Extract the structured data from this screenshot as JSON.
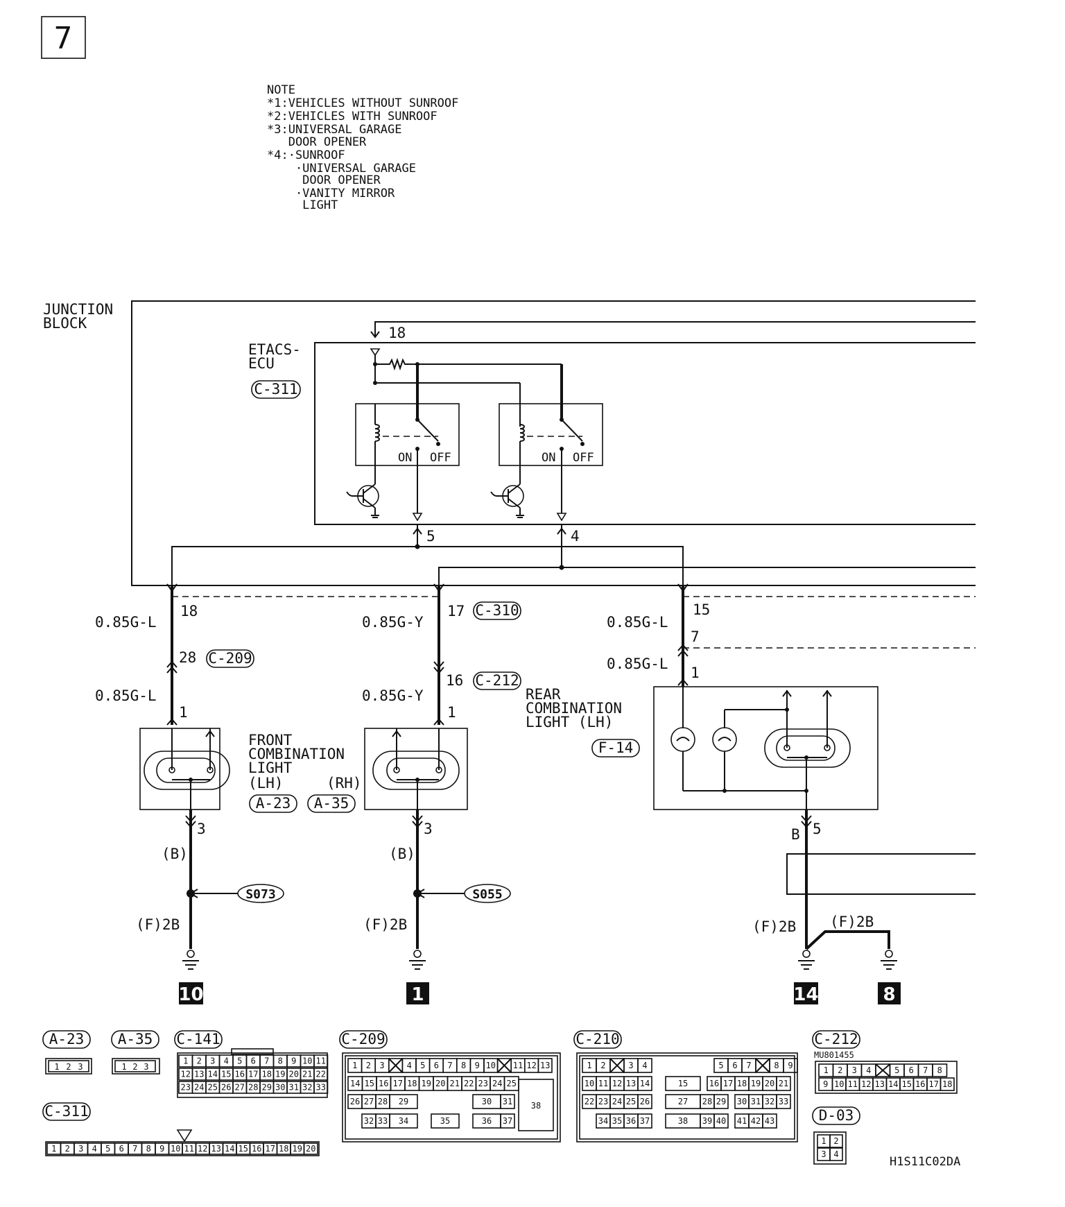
{
  "page_number": "7",
  "note": {
    "title": "NOTE",
    "lines": [
      "*1:VEHICLES WITHOUT SUNROOF",
      "*2:VEHICLES WITH SUNROOF",
      "*3:UNIVERSAL GARAGE",
      "   DOOR OPENER",
      "*4:·SUNROOF",
      "    ·UNIVERSAL GARAGE",
      "     DOOR OPENER",
      "    ·VANITY MIRROR",
      "     LIGHT"
    ]
  },
  "junction_block": {
    "line1": "JUNCTION",
    "line2": "BLOCK"
  },
  "etacs": {
    "line1": "ETACS-",
    "line2": "ECU",
    "connector": "C-311",
    "pin_top": "18",
    "pin_a": "5",
    "pin_b": "4",
    "on": "ON",
    "off": "OFF"
  },
  "wires": {
    "lh_top_gauge": "0.85G-L",
    "lh_top_pin": "18",
    "lh_mid_pin": "28",
    "lh_mid_conn": "C-209",
    "lh_bot_gauge": "0.85G-L",
    "lh_bot_pin": "1",
    "rh_top_gauge": "0.85G-Y",
    "rh_top_pin": "17",
    "rh_top_conn": "C-310",
    "rh_mid_pin": "16",
    "rh_mid_conn": "C-212",
    "rh_bot_gauge": "0.85G-Y",
    "rh_bot_pin": "1",
    "rear_top_gauge": "0.85G-L",
    "rear_top_pin": "15",
    "rear_mid_pin": "7",
    "rear_bot_gauge": "0.85G-L",
    "rear_bot_pin": "1"
  },
  "front_light": {
    "line1": "FRONT",
    "line2": "COMBINATION",
    "line3": "LIGHT",
    "lh": "(LH)",
    "rh": "(RH)",
    "conn_lh": "A-23",
    "conn_rh": "A-35"
  },
  "rear_light": {
    "line1": "REAR",
    "line2": "COMBINATION",
    "line3": "LIGHT (LH)",
    "conn": "F-14"
  },
  "grounds": {
    "lh_pin": "3",
    "lh_color": "(B)",
    "lh_splice": "S073",
    "lh_size": "(F)2B",
    "lh_num": "10",
    "rh_pin": "3",
    "rh_color": "(B)",
    "rh_splice": "S055",
    "rh_size": "(F)2B",
    "rh_num": "1",
    "rear_pin": "5",
    "rear_color": "B",
    "rear_size_a": "(F)2B",
    "rear_size_b": "(F)2B",
    "rear_num_a": "14",
    "rear_num_b": "8"
  },
  "connectors": {
    "a23": "A-23",
    "a35": "A-35",
    "c141": "C-141",
    "c209": "C-209",
    "c210": "C-210",
    "c212": "C-212",
    "c311": "C-311",
    "d03": "D-03",
    "c212_part": "MU801455",
    "pins3": [
      "1",
      "2",
      "3"
    ],
    "c141_rows": [
      [
        "1",
        "2",
        "3",
        "4",
        "5",
        "6",
        "7",
        "8",
        "9",
        "10",
        "11"
      ],
      [
        "12",
        "13",
        "14",
        "15",
        "16",
        "17",
        "18",
        "19",
        "20",
        "21",
        "22"
      ],
      [
        "23",
        "24",
        "25",
        "26",
        "27",
        "28",
        "29",
        "30",
        "31",
        "32",
        "33"
      ]
    ],
    "c311_pins": [
      "1",
      "2",
      "3",
      "4",
      "5",
      "6",
      "7",
      "8",
      "9",
      "10",
      "11",
      "12",
      "13",
      "14",
      "15",
      "16",
      "17",
      "18",
      "19",
      "20"
    ],
    "c212_rows": [
      [
        "1",
        "2",
        "3",
        "4",
        "",
        "5",
        "6",
        "7",
        "8"
      ],
      [
        "9",
        "10",
        "11",
        "12",
        "13",
        "14",
        "15",
        "16",
        "17",
        "18"
      ]
    ],
    "d03_rows": [
      [
        "1",
        "2"
      ],
      [
        "3",
        "4"
      ]
    ],
    "c209_row1": [
      "1",
      "2",
      "3",
      "",
      "4",
      "5",
      "6",
      "7",
      "8",
      "9",
      "10",
      "",
      "11",
      "12",
      "13"
    ],
    "c209_row2": [
      "14",
      "15",
      "16",
      "17",
      "18",
      "19",
      "20",
      "21",
      "22",
      "23",
      "24",
      "25"
    ],
    "c209_row3": [
      "26",
      "27",
      "28",
      "29",
      "30",
      "31"
    ],
    "c209_row4": [
      "32",
      "33",
      "34",
      "35",
      "36",
      "37"
    ],
    "c209_big": "38",
    "c210_row1": [
      "1",
      "2",
      "",
      "3",
      "4",
      "5",
      "6",
      "7",
      "",
      "8",
      "9"
    ],
    "c210_row2": [
      "10",
      "11",
      "12",
      "13",
      "14",
      "15",
      "16",
      "17",
      "18",
      "19",
      "20",
      "21"
    ],
    "c210_row3": [
      "22",
      "23",
      "24",
      "25",
      "26",
      "27",
      "28",
      "29",
      "30",
      "31",
      "32",
      "33"
    ],
    "c210_row4": [
      "34",
      "35",
      "36",
      "37",
      "38",
      "39",
      "40",
      "41",
      "42",
      "43"
    ]
  },
  "figure_code": "H1S11C02DA"
}
